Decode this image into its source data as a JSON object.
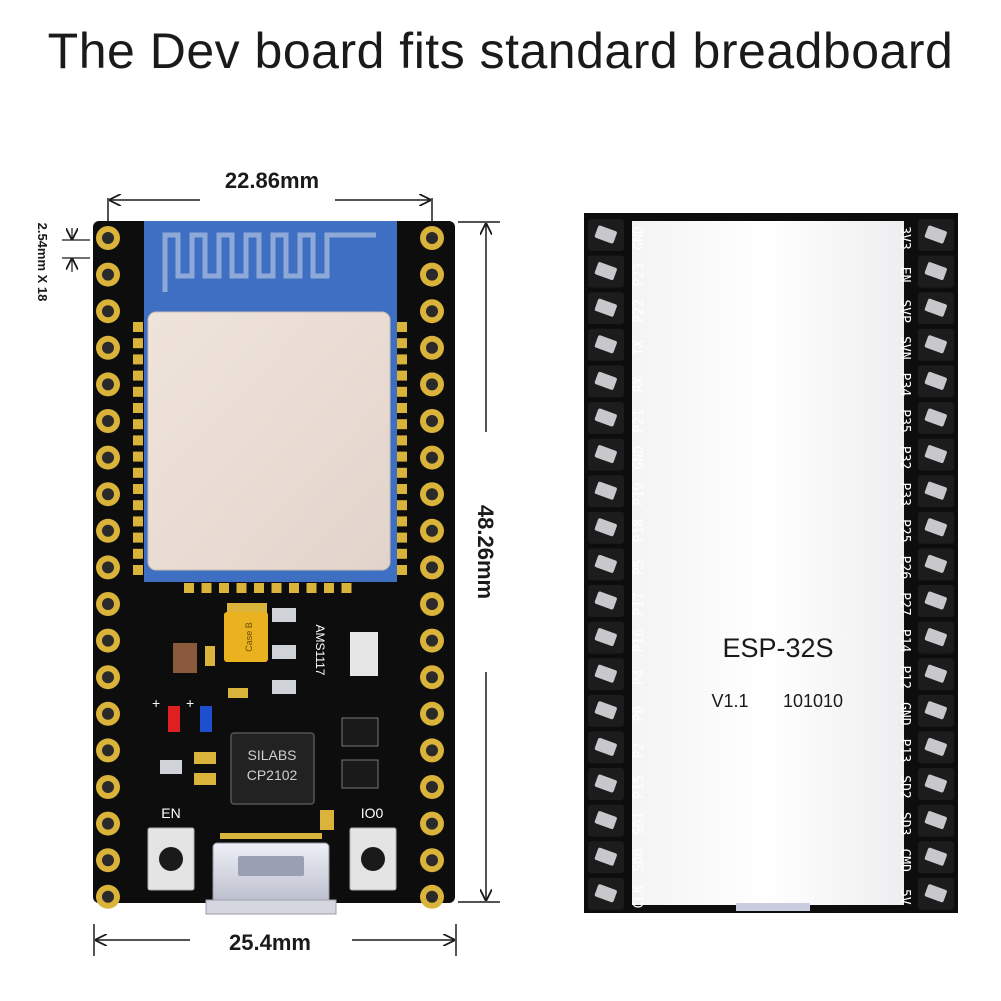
{
  "title": "The Dev board fits standard breadboard",
  "dimensions": {
    "width_top": "22.86mm",
    "height": "48.26mm",
    "pitch": "2.54mm X 18",
    "width_bottom": "25.4mm"
  },
  "front_board": {
    "labels": {
      "ldo": "AMS1117",
      "cap": "Case B",
      "chip_brand": "SILABS",
      "chip_model": "CP2102",
      "en_button": "EN",
      "boot_button": "IO0"
    }
  },
  "back_board": {
    "module_name": "ESP-32S",
    "version": "V1.1",
    "code": "101010",
    "left_pins": [
      "GND",
      "P23",
      "P22",
      "TX",
      "RX",
      "P21",
      "GND",
      "P19",
      "P18",
      "P5",
      "P17",
      "P16",
      "P4",
      "P0",
      "P2",
      "P15",
      "SD1",
      "SD0",
      "CLK"
    ],
    "right_pins": [
      "3V3",
      "EN",
      "SVP",
      "SVN",
      "P34",
      "P35",
      "P32",
      "P33",
      "P25",
      "P26",
      "P27",
      "P14",
      "P12",
      "GND",
      "P13",
      "SD2",
      "SD3",
      "CMD",
      "5V"
    ]
  },
  "colors": {
    "pcb": "#0d0d0d",
    "pad": "#d9b33a",
    "antenna": "#3f6fc2",
    "shield": "#e8dcd4",
    "pin_black": "#222222"
  }
}
